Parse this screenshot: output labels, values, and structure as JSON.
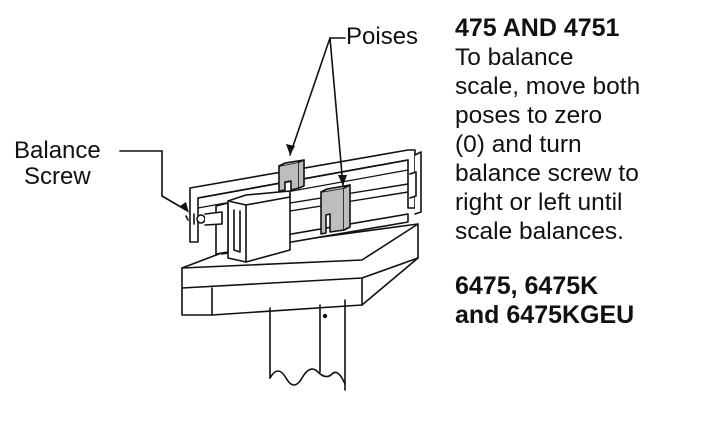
{
  "diagram": {
    "callouts": {
      "poises": "Poises",
      "balance_screw_line1": "Balance",
      "balance_screw_line2": "Screw"
    }
  },
  "instructions_panel": {
    "model_heading_1": "475 AND 4751",
    "instruction_text": "To balance\nscale, move both\nposes to zero\n(0) and turn\nbalance screw to\nright or left until\nscale balances.",
    "model_heading_2": "6475, 6475K\nand 6475KGEU"
  },
  "colors": {
    "line": "#111111",
    "poise_fill": "#bdbdbd",
    "background": "#ffffff"
  }
}
